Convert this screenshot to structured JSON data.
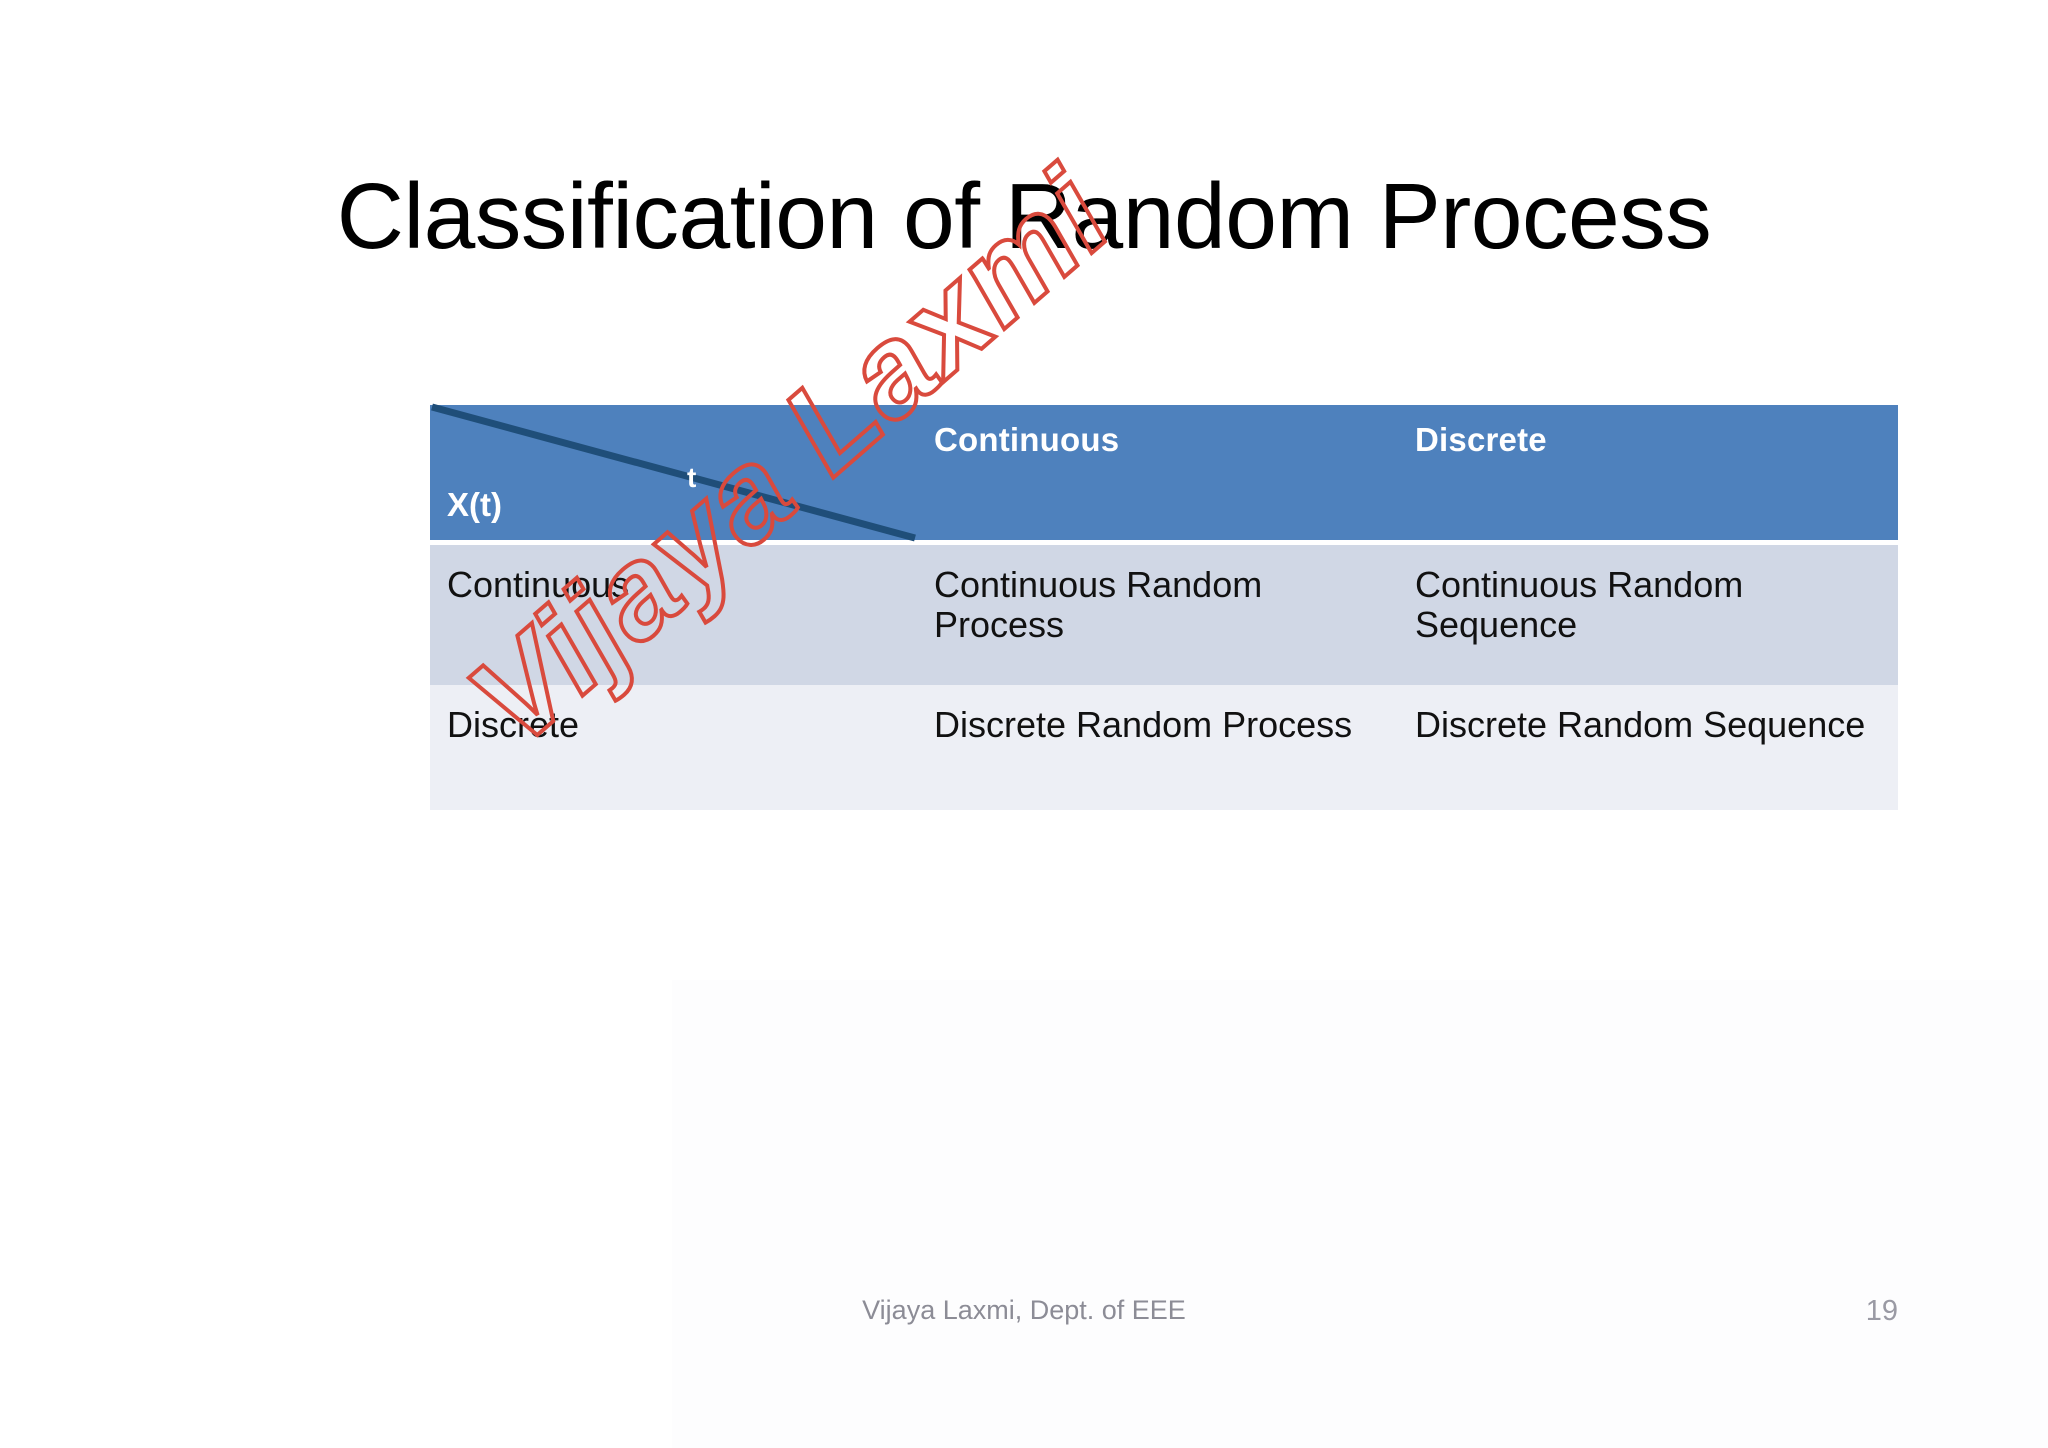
{
  "slide": {
    "title": "Classification of Random Process",
    "page_number": "19",
    "footer_note": "Vijaya Laxmi, Dept. of EEE",
    "background_color": "#ffffff"
  },
  "watermark": {
    "text": "Vijaya Laxmi",
    "color": "#D94A3D",
    "rotation_deg": "-41"
  },
  "table": {
    "header_fill": "#4E81BD",
    "row1_fill": "#D0D7E5",
    "row2_fill": "#EDEFF5",
    "diagonal_color": "#1F4E79",
    "corner": {
      "row_axis_label": "X(t)",
      "col_axis_label": "t"
    },
    "column_headers": [
      "",
      "Continuous",
      "Discrete"
    ],
    "rows": [
      {
        "label": "Continuous",
        "cells": [
          "Continuous Random Process",
          "Continuous Random Sequence"
        ]
      },
      {
        "label": "Discrete",
        "cells": [
          "Discrete Random Process",
          "Discrete Random Sequence"
        ]
      }
    ]
  },
  "chart_data": {
    "type": "table",
    "title": "Classification of Random Process",
    "row_variable": "X(t)",
    "column_variable": "t",
    "columns": [
      "Continuous",
      "Discrete"
    ],
    "rows": [
      "Continuous",
      "Discrete"
    ],
    "values": [
      [
        "Continuous Random Process",
        "Continuous Random Sequence"
      ],
      [
        "Discrete Random Process",
        "Discrete Random Sequence"
      ]
    ]
  }
}
